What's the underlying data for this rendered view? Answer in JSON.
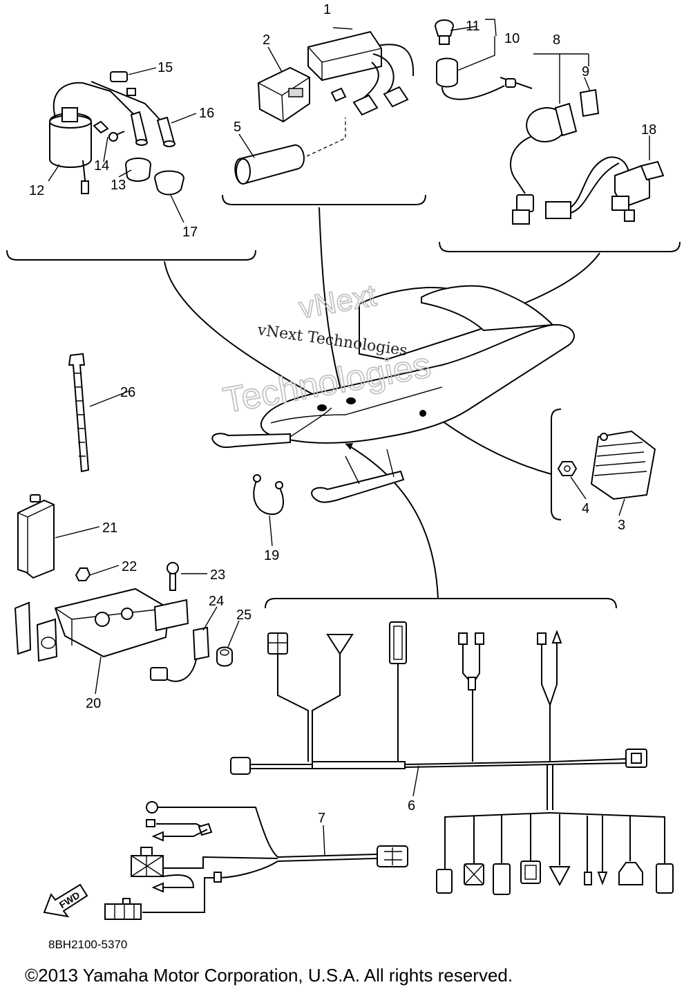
{
  "diagram": {
    "callouts": [
      "1",
      "2",
      "3",
      "4",
      "5",
      "6",
      "7",
      "8",
      "9",
      "10",
      "11",
      "12",
      "13",
      "14",
      "15",
      "16",
      "17",
      "18",
      "19",
      "20",
      "21",
      "22",
      "23",
      "24",
      "25",
      "26"
    ],
    "watermark_main": "vNext Technologies",
    "watermark_ghost_line1": "vNext",
    "watermark_ghost_line2": "Technologies",
    "fwd_label": "FWD",
    "drawing_code": "8BH2100-5370",
    "copyright": "©2013 Yamaha Motor Corporation, U.S.A. All rights reserved."
  }
}
